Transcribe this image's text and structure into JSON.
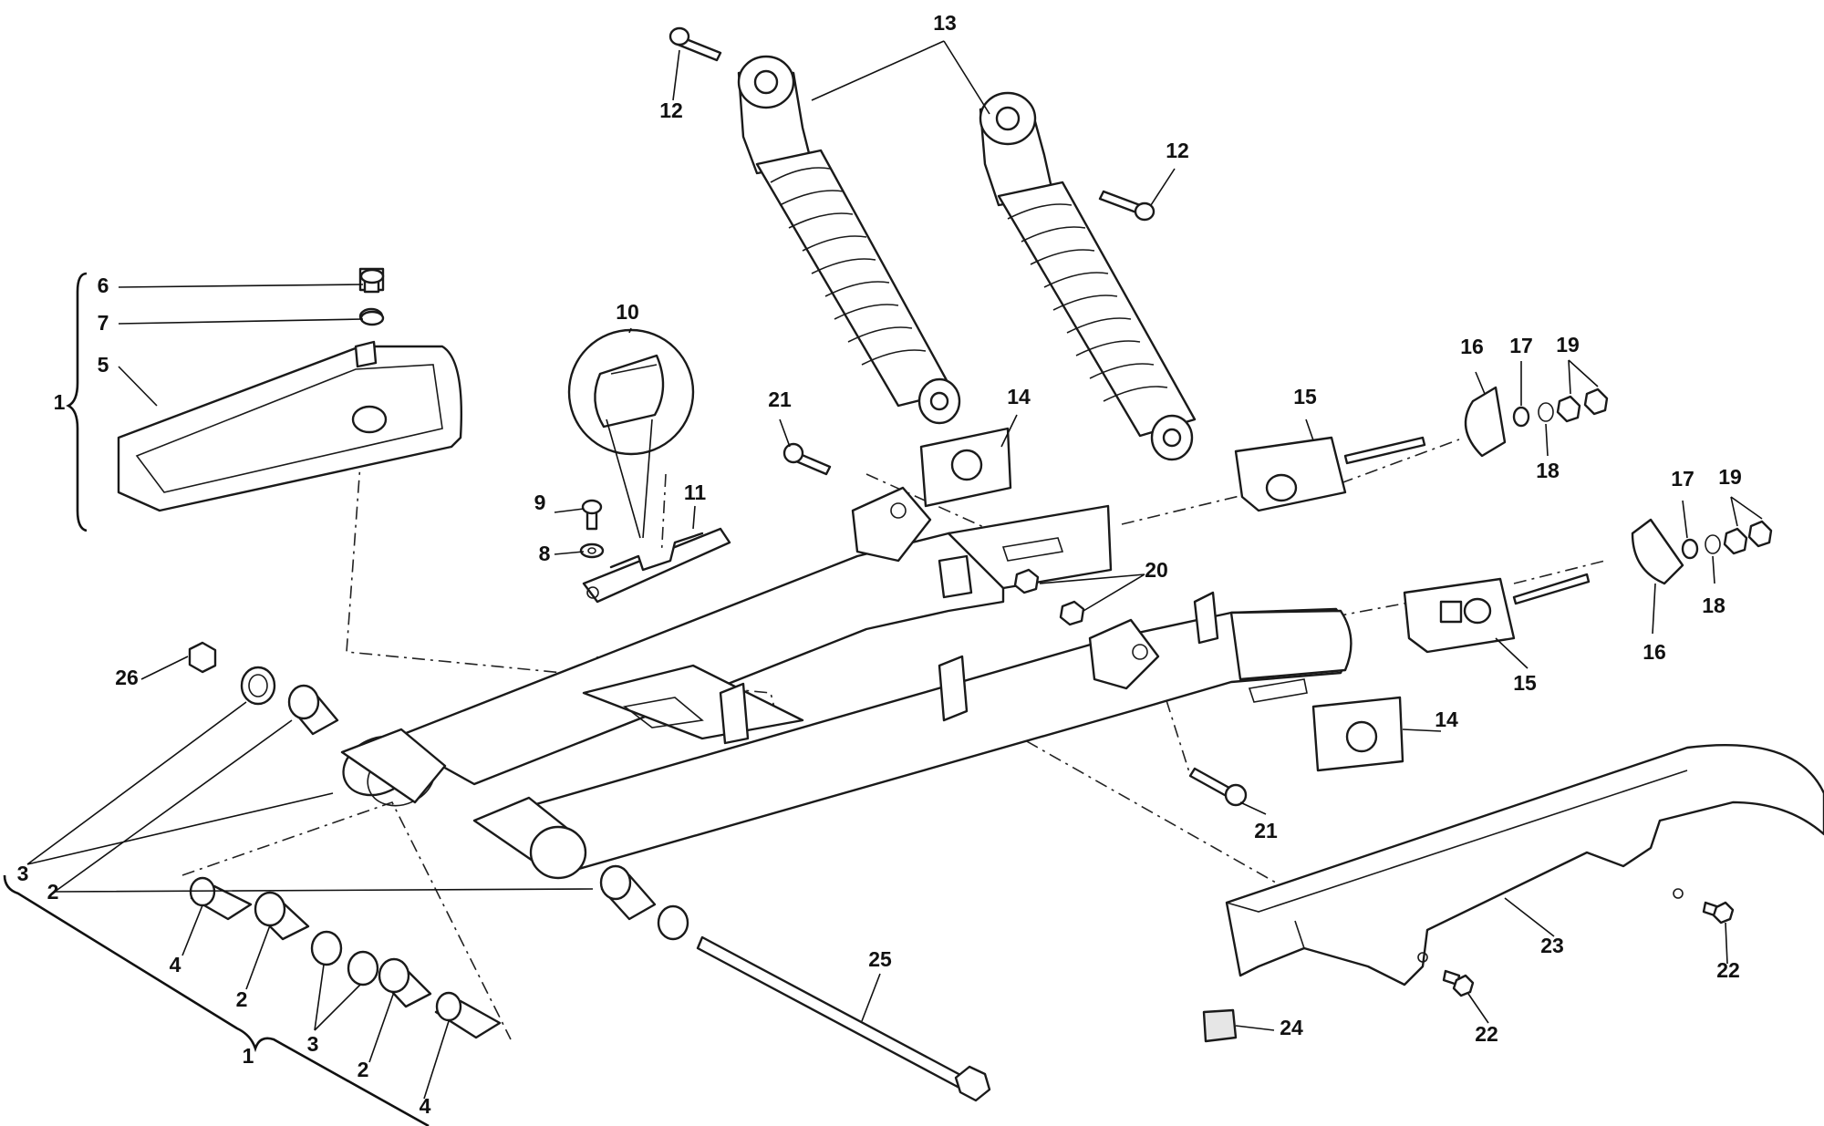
{
  "callouts": {
    "c1a": "1",
    "c1b": "1",
    "c2a": "2",
    "c2b": "2",
    "c2c": "2",
    "c3a": "3",
    "c3b": "3",
    "c4a": "4",
    "c4b": "4",
    "c5": "5",
    "c6": "6",
    "c7": "7",
    "c8": "8",
    "c9": "9",
    "c10": "10",
    "c11": "11",
    "c12a": "12",
    "c12b": "12",
    "c13": "13",
    "c14a": "14",
    "c14b": "14",
    "c15a": "15",
    "c15b": "15",
    "c16a": "16",
    "c16b": "16",
    "c17a": "17",
    "c17b": "17",
    "c18a": "18",
    "c18b": "18",
    "c19a": "19",
    "c19b": "19",
    "c20": "20",
    "c21a": "21",
    "c21b": "21",
    "c22a": "22",
    "c22b": "22",
    "c23": "23",
    "c24": "24",
    "c25": "25",
    "c26": "26"
  }
}
